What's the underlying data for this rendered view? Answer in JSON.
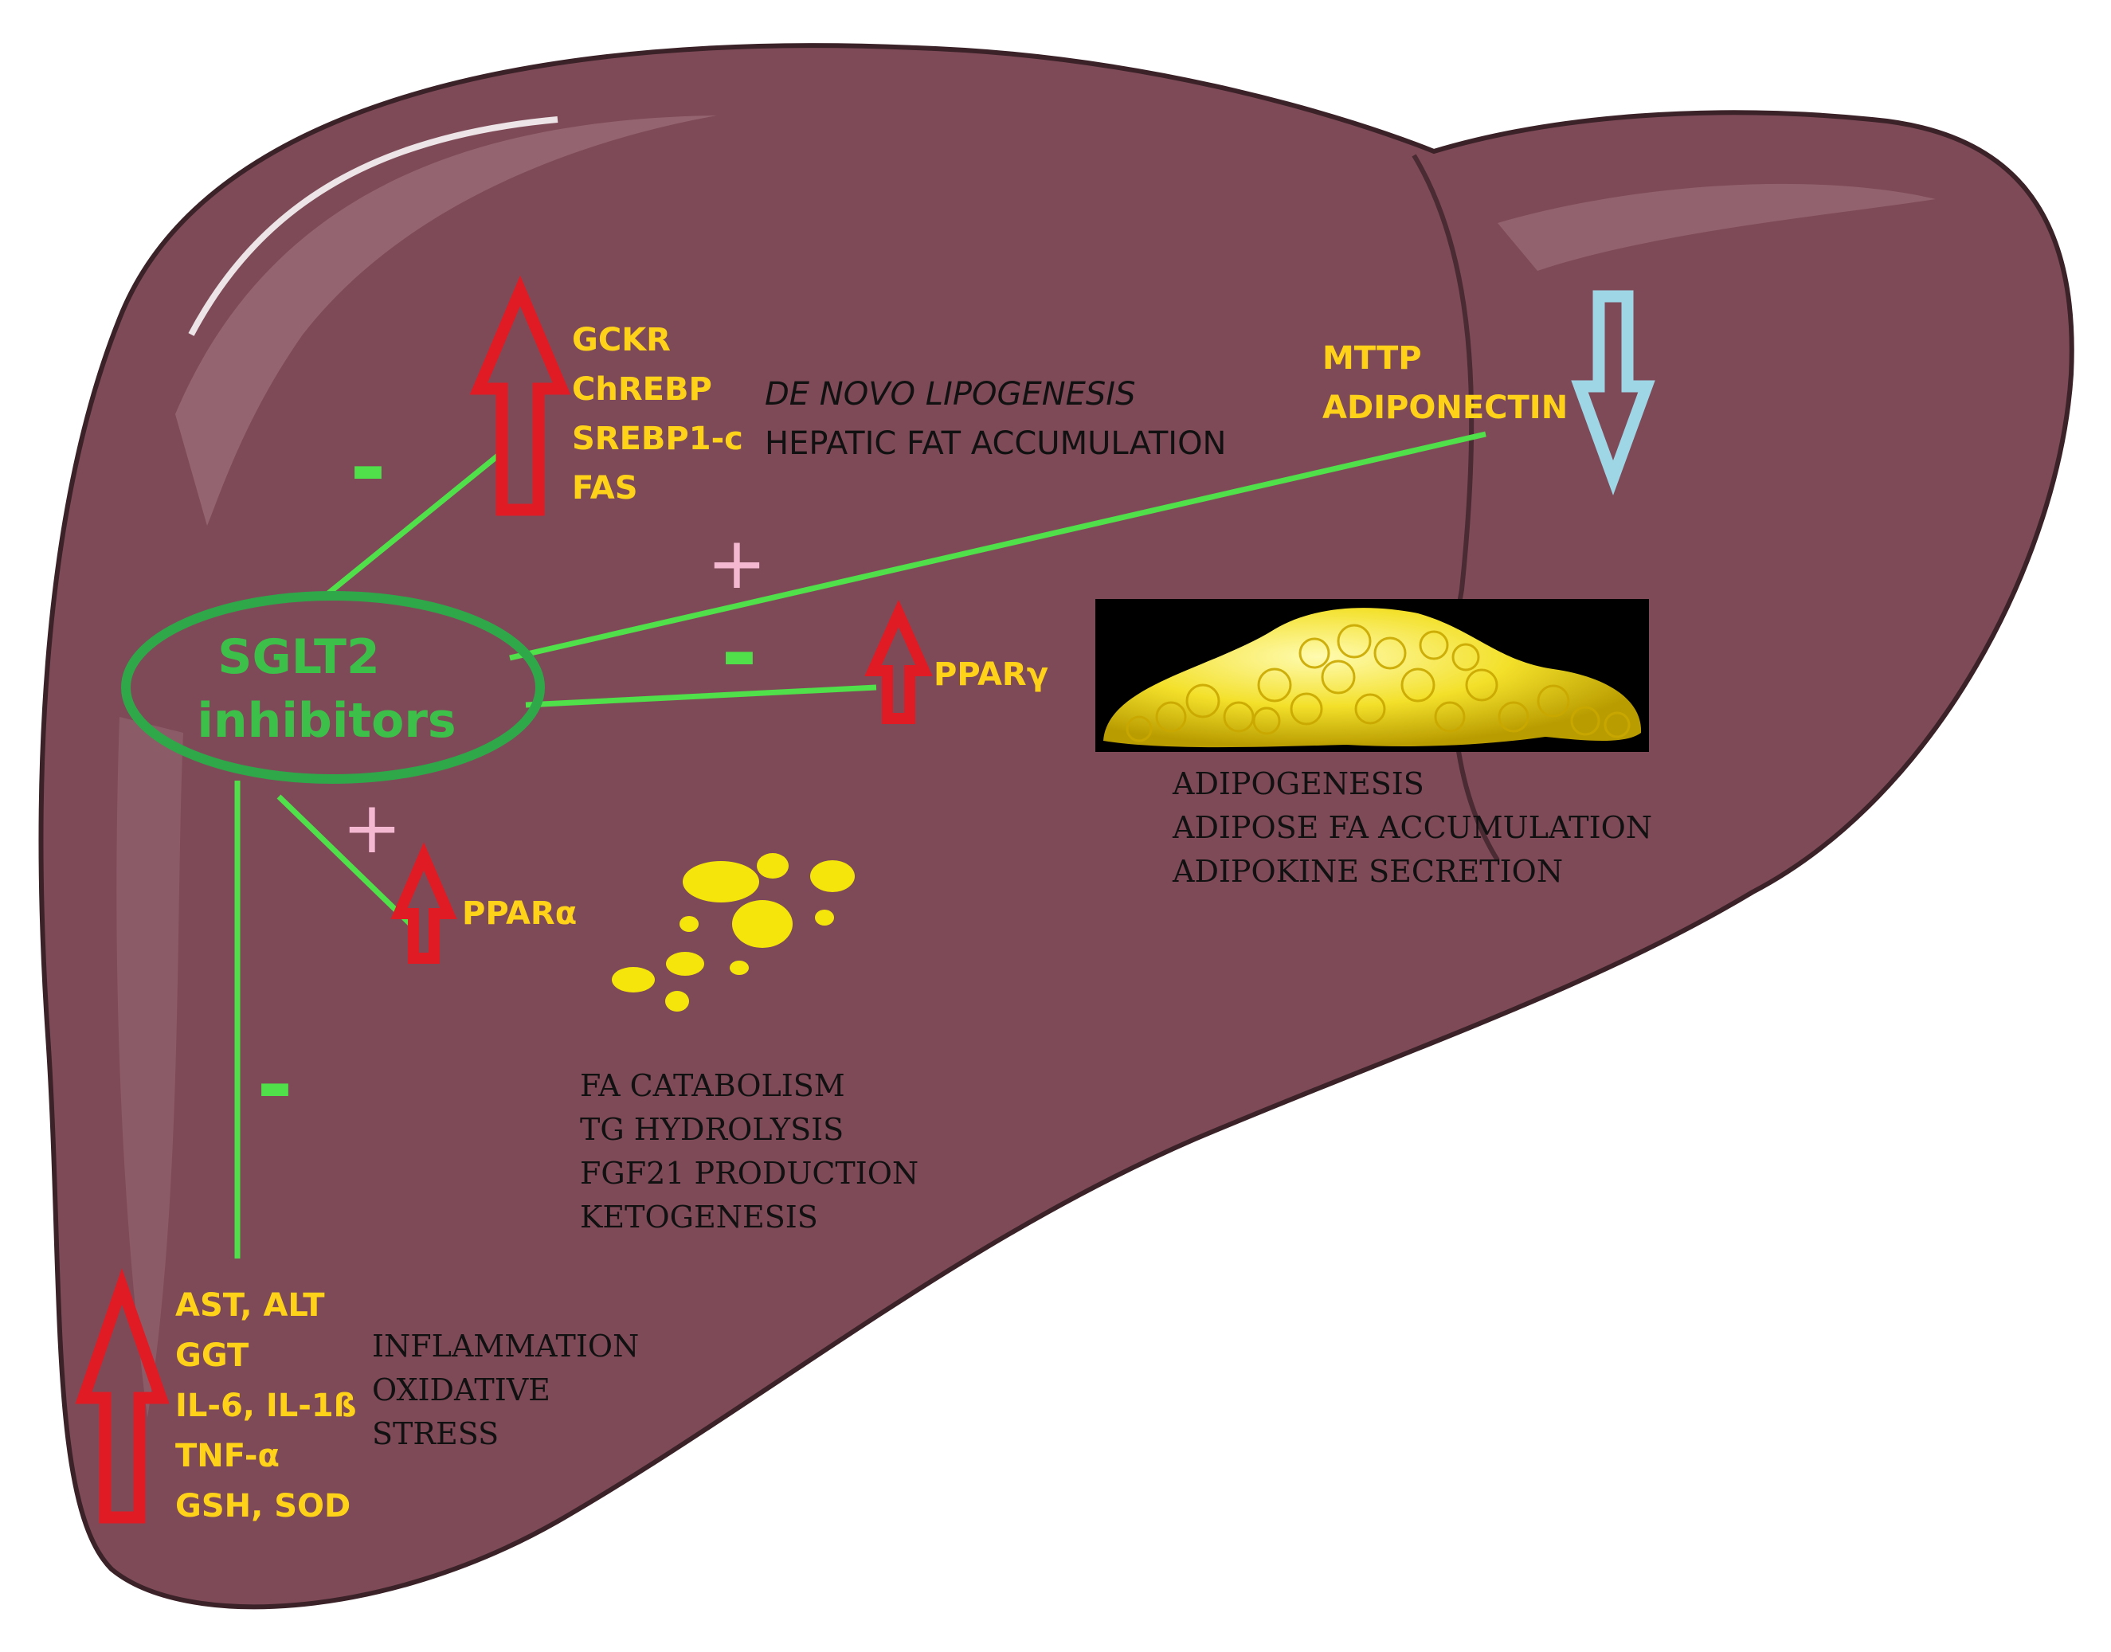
{
  "central": {
    "line1": "SGLT2",
    "line2": "inhibitors"
  },
  "signs": {
    "minus": "-",
    "plus": "+"
  },
  "lipogenesis": {
    "markers": [
      "GCKR",
      "ChREBP",
      "SREBP1-c",
      "FAS"
    ],
    "effects": [
      "DE NOVO LIPOGENESIS",
      "HEPATIC FAT ACCUMULATION"
    ]
  },
  "adiponectin": {
    "markers": [
      "MTTP",
      "ADIPONECTIN"
    ]
  },
  "ppar_gamma": {
    "label": "PPARγ",
    "effects": [
      "ADIPOGENESIS",
      "ADIPOSE FA ACCUMULATION",
      "ADIPOKINE SECRETION"
    ]
  },
  "ppar_alpha": {
    "label": "PPARα",
    "effects": [
      "FA CATABOLISM",
      "TG HYDROLYSIS",
      "FGF21 PRODUCTION",
      "KETOGENESIS"
    ]
  },
  "inflammation": {
    "markers": [
      "AST, ALT",
      "GGT",
      "IL-6, IL-1ß",
      "TNF-α",
      "GSH, SOD"
    ],
    "effects": [
      "INFLAMMATION",
      "OXIDATIVE",
      "STRESS"
    ]
  },
  "colors": {
    "liver": "#7e4a58",
    "liver_edge": "#3a2228",
    "marker_text": "#ffd21a",
    "inhibitor_green": "#4fe04a",
    "ellipse_green": "#2fa84a",
    "up_arrow": "#e01b24",
    "down_arrow": "#9fd6e6",
    "plus_sign": "#f4b8d0",
    "fat": "#f5e50a"
  }
}
